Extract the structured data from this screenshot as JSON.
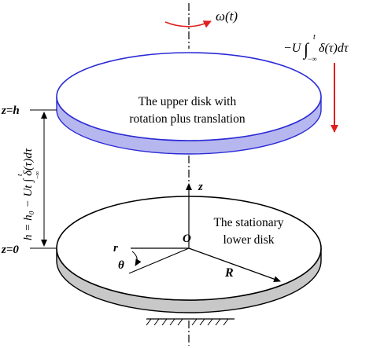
{
  "colors": {
    "upper_disk_stroke": "#2b2bd6",
    "upper_disk_side": "#b7b7f0",
    "lower_disk_side": "#c8c8c8",
    "red_arrow": "#e02020",
    "line": "#000000"
  },
  "labels": {
    "omega": "ω(t)",
    "velocity_prefix": "−U",
    "velocity_integral": "∫",
    "velocity_upper": "t",
    "velocity_lower": "−∞",
    "velocity_body": "δ(τ)dτ",
    "upper_disk_line1": "The upper disk with",
    "upper_disk_line2": "rotation plus translation",
    "lower_disk_line1": "The stationary",
    "lower_disk_line2": "lower disk",
    "z_eq_h": "z=h",
    "z_eq_0": "z=0",
    "gap_formula": "h = h₀ − Ut ∫ δ(τ)dτ",
    "gap_upper": "t",
    "gap_lower": "−∞",
    "axis_z": "z",
    "origin": "O",
    "radius_r": "r",
    "theta": "θ",
    "radius_R": "R"
  }
}
